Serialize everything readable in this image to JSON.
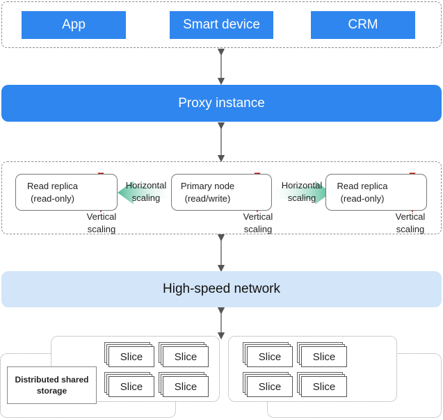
{
  "clients": [
    "App",
    "Smart device",
    "CRM"
  ],
  "proxy": {
    "label": "Proxy instance"
  },
  "cluster": {
    "left_replica": {
      "line1": "Read replica",
      "line2": "(read-only)"
    },
    "primary": {
      "line1": "Primary node",
      "line2": "(read/write)"
    },
    "right_replica": {
      "line1": "Read replica",
      "line2": "(read-only)"
    },
    "horizontal_label": [
      "Horizontal",
      "scaling"
    ],
    "vertical_label": [
      "Vertical",
      "scaling"
    ]
  },
  "network": {
    "label": "High-speed network"
  },
  "storage": {
    "label_line1": "Distributed shared",
    "label_line2": "storage",
    "slice_label": "Slice"
  },
  "colors": {
    "accent_blue": "#2f86ef",
    "network_bg": "#d3e5f8",
    "scaling_arrow": "#5cc0a0",
    "vertical_arrow": "#b01010"
  }
}
